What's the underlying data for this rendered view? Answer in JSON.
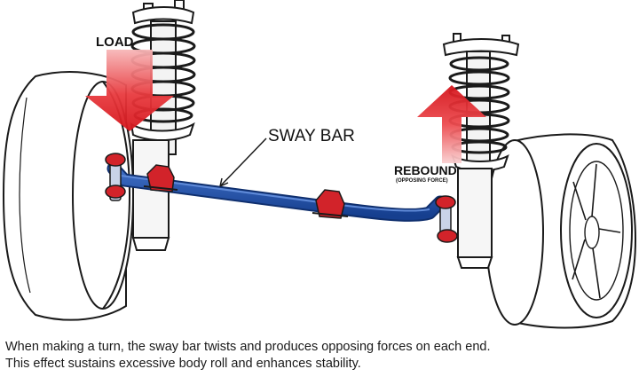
{
  "labels": {
    "load": "LOAD",
    "sway_bar": "SWAY BAR",
    "rebound": "REBOUND",
    "opposing_force": "(OPPOSING FORCE)"
  },
  "caption": {
    "line1": "When making a turn, the sway bar twists and produces opposing forces on each end.",
    "line2": "This effect sustains excessive body roll and enhances stability."
  },
  "colors": {
    "sway_bar": "#1f4fa8",
    "bushing": "#d2232a",
    "arrow": "#e3262b",
    "outline": "#1a1a1a"
  },
  "icons": {
    "load_arrow": "down-arrow-icon",
    "rebound_arrow": "up-arrow-icon"
  }
}
